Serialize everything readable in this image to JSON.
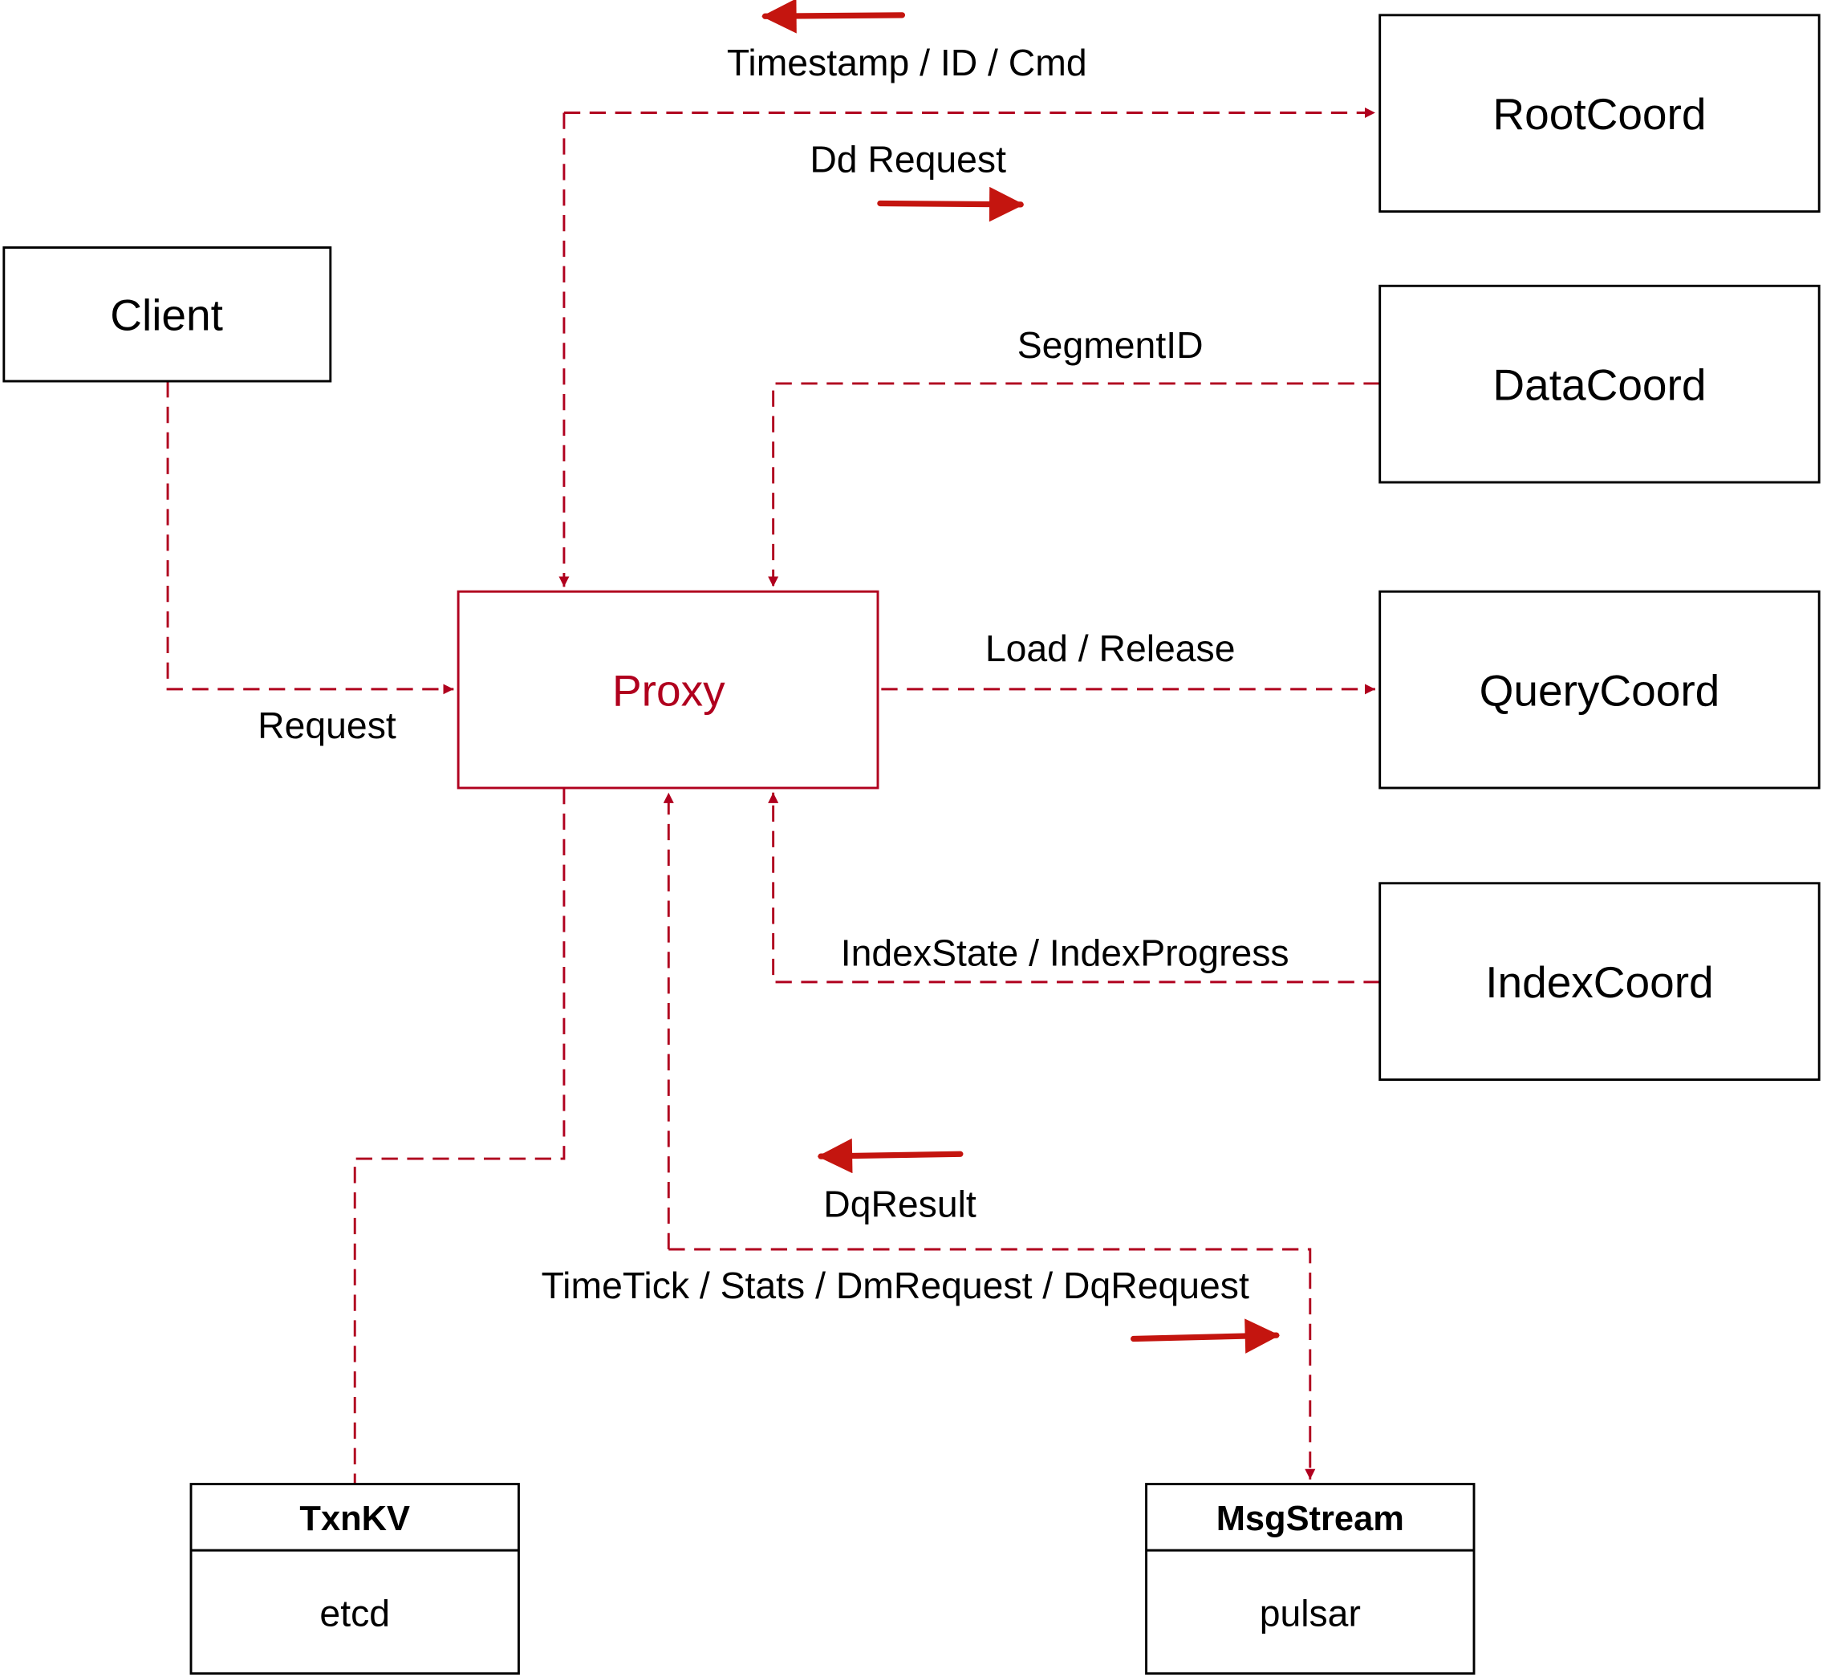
{
  "colors": {
    "proxy": "#b0001e",
    "connector": "#b0001e",
    "direction_arrow": "#c4150f",
    "box_border": "#000000"
  },
  "nodes": {
    "root": "RootCoord",
    "data": "DataCoord",
    "query": "QueryCoord",
    "index": "IndexCoord",
    "client": "Client",
    "proxy": "Proxy",
    "txnkv": {
      "title": "TxnKV",
      "body": "etcd"
    },
    "msgstream": {
      "title": "MsgStream",
      "body": "pulsar"
    }
  },
  "edges": {
    "root_up": "Timestamp / ID / Cmd",
    "root_down": "Dd Request",
    "segment": "SegmentID",
    "load": "Load / Release",
    "request": "Request",
    "index": "IndexState / IndexProgress",
    "dq_result": "DqResult",
    "msg": "TimeTick / Stats / DmRequest / DqRequest"
  }
}
